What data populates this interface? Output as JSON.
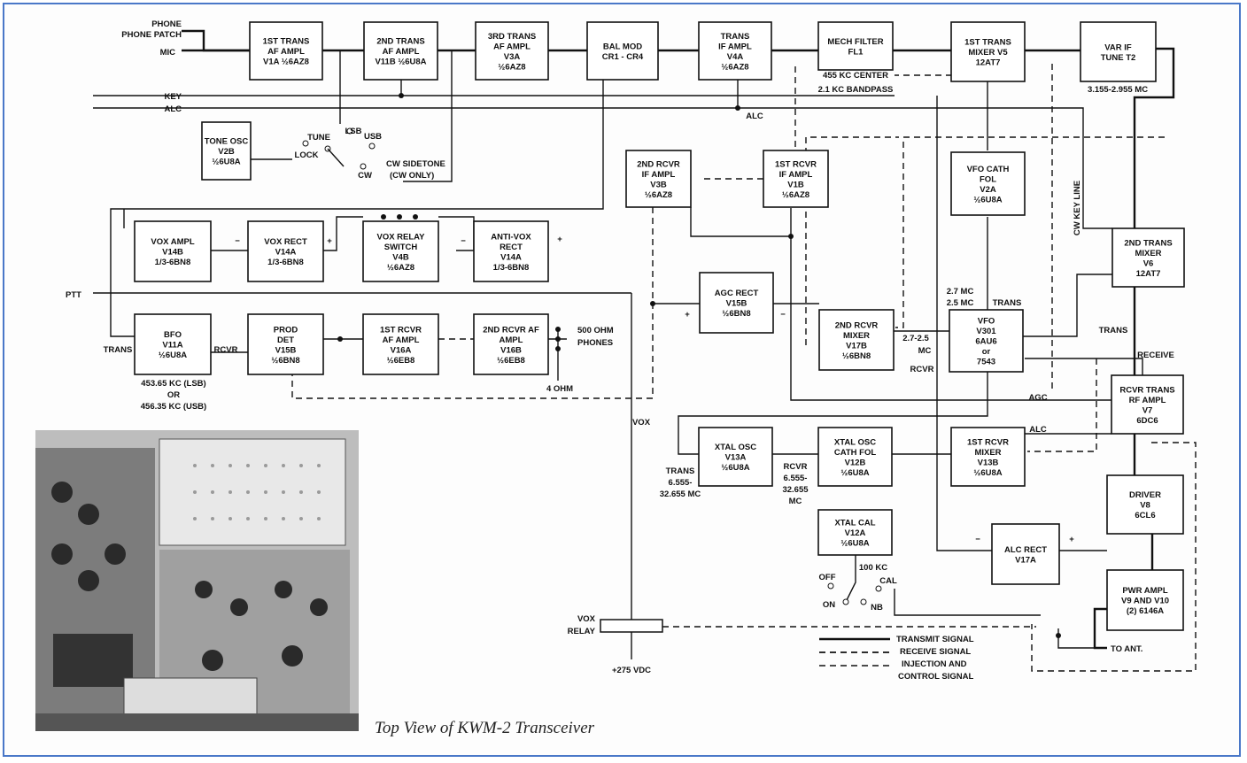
{
  "caption": "Top View of KWM-2 Transceiver",
  "inputs": {
    "phone_patch": "PHONE PATCH",
    "mic": "MIC",
    "key": "KEY",
    "alc": "ALC",
    "ptt": "PTT"
  },
  "blocks": {
    "tr1af": [
      "1ST TRANS",
      "AF AMPL",
      "V1A ½6AZ8"
    ],
    "tr2af": [
      "2ND TRANS",
      "AF AMPL",
      "V11B ½6U8A"
    ],
    "tr3af": [
      "3RD TRANS",
      "AF AMPL",
      "V3A",
      "½6AZ8"
    ],
    "balmod": [
      "BAL MOD",
      "CR1 - CR4"
    ],
    "trif": [
      "TRANS",
      "IF AMPL",
      "V4A",
      "½6AZ8"
    ],
    "mech": [
      "MECH FILTER",
      "FL1"
    ],
    "tr1mix": [
      "1ST TRANS",
      "MIXER V5",
      "12AT7"
    ],
    "varif": [
      "VAR IF",
      "TUNE T2"
    ],
    "toneosc": [
      "TONE OSC",
      "V2B",
      "½6U8A"
    ],
    "rcv2if": [
      "2ND RCVR",
      "IF AMPL",
      "V3B",
      "½6AZ8"
    ],
    "rcv1if": [
      "1ST RCVR",
      "IF AMPL",
      "V1B",
      "½6AZ8"
    ],
    "vfocath": [
      "VFO CATH",
      "FOL",
      "V2A",
      "½6U8A"
    ],
    "voxampl": [
      "VOX AMPL",
      "V14B",
      "1/3-6BN8"
    ],
    "voxrect": [
      "VOX RECT",
      "V14A",
      "1/3-6BN8"
    ],
    "voxrelay": [
      "VOX RELAY",
      "SWITCH",
      "V4B",
      "½6AZ8"
    ],
    "antivox": [
      "ANTI-VOX",
      "RECT",
      "V14A",
      "1/3-6BN8"
    ],
    "tr2mix": [
      "2ND TRANS",
      "MIXER",
      "V6",
      "12AT7"
    ],
    "agc": [
      "AGC RECT",
      "V15B",
      "½6BN8"
    ],
    "bfo": [
      "BFO",
      "V11A",
      "½6U8A"
    ],
    "prod": [
      "PROD",
      "DET",
      "V15B",
      "½6BN8"
    ],
    "rcv1af": [
      "1ST RCVR",
      "AF AMPL",
      "V16A",
      "½6EB8"
    ],
    "rcv2af": [
      "2ND RCVR AF",
      "AMPL",
      "V16B",
      "½6EB8"
    ],
    "rcv2mix": [
      "2ND RCVR",
      "MIXER",
      "V17B",
      "½6BN8"
    ],
    "vfo": [
      "VFO",
      "V301",
      "6AU6",
      "or",
      "7543"
    ],
    "rcvtrrf": [
      "RCVR TRANS",
      "RF AMPL",
      "V7",
      "6DC6"
    ],
    "xtalosc": [
      "XTAL OSC",
      "V13A",
      "½6U8A"
    ],
    "xtalcf": [
      "XTAL OSC",
      "CATH FOL",
      "V12B",
      "½6U8A"
    ],
    "rcv1mix": [
      "1ST RCVR",
      "MIXER",
      "V13B",
      "½6U8A"
    ],
    "driver": [
      "DRIVER",
      "V8",
      "6CL6"
    ],
    "xtalcal": [
      "XTAL CAL",
      "V12A",
      "½6U8A"
    ],
    "alcrect": [
      "ALC RECT",
      "V17A"
    ],
    "pwrampl": [
      "PWR AMPL",
      "V9 AND V10",
      "(2) 6146A"
    ]
  },
  "labels": {
    "kc_center": "455 KC CENTER",
    "kc_bandpass": "2.1 KC BANDPASS",
    "mc_range": "3.155-2.955 MC",
    "alc_tap": "ALC",
    "tune": "TUNE",
    "lsb": "LSB",
    "usb": "USB",
    "lock": "LOCK",
    "cw": "CW",
    "cw_sidetone": "CW SIDETONE",
    "cw_only": "(CW ONLY)",
    "cw_key_line": "CW KEY LINE",
    "minus": "−",
    "plus": "+",
    "trans": "TRANS",
    "rcvr": "RCVR",
    "receive": "RECEIVE",
    "bfo_freq1": "453.65 KC (LSB)",
    "bfo_or": "OR",
    "bfo_freq2": "456.35 KC (USB)",
    "ohm500": "500 OHM",
    "phones": "PHONES",
    "ohm4": "4 OHM",
    "vox": "VOX",
    "mc27": "2.7 MC",
    "mc25": "2.5 MC",
    "mc2725": "2.7-2.5",
    "mc": "MC",
    "agc": "AGC",
    "alc": "ALC",
    "trans_freq1": "6.555-",
    "trans_freq2": "32.655 MC",
    "rcvr_freq1": "6.555-",
    "rcvr_freq2": "32.655",
    "rcvr_freq3": "MC",
    "kc100": "100 KC",
    "off": "OFF",
    "on": "ON",
    "cal": "CAL",
    "nb": "NB",
    "vox_relay1": "VOX",
    "vox_relay2": "RELAY",
    "vdc": "+275 VDC",
    "to_ant": "TO ANT."
  },
  "legend": [
    "TRANSMIT SIGNAL",
    "RECEIVE SIGNAL",
    "INJECTION AND",
    "CONTROL SIGNAL"
  ]
}
